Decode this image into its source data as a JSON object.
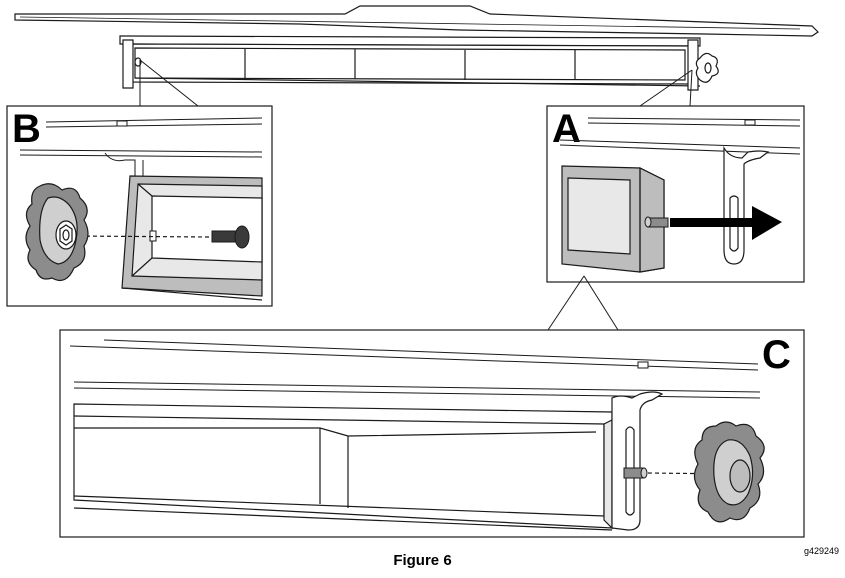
{
  "figure": {
    "caption": "Figure 6",
    "graphic_id": "g429249",
    "panel_labels": {
      "a": "A",
      "b": "B",
      "c": "C"
    },
    "colors": {
      "stroke": "#1a1a1a",
      "knob_fill": "#8c8c8c",
      "knob_light": "#cfcfcf",
      "frame_fill": "#bdbdbd",
      "frame_inner": "#e8e8e8",
      "dark_fill": "#3a3a3a",
      "arrow_fill": "#000000"
    }
  }
}
